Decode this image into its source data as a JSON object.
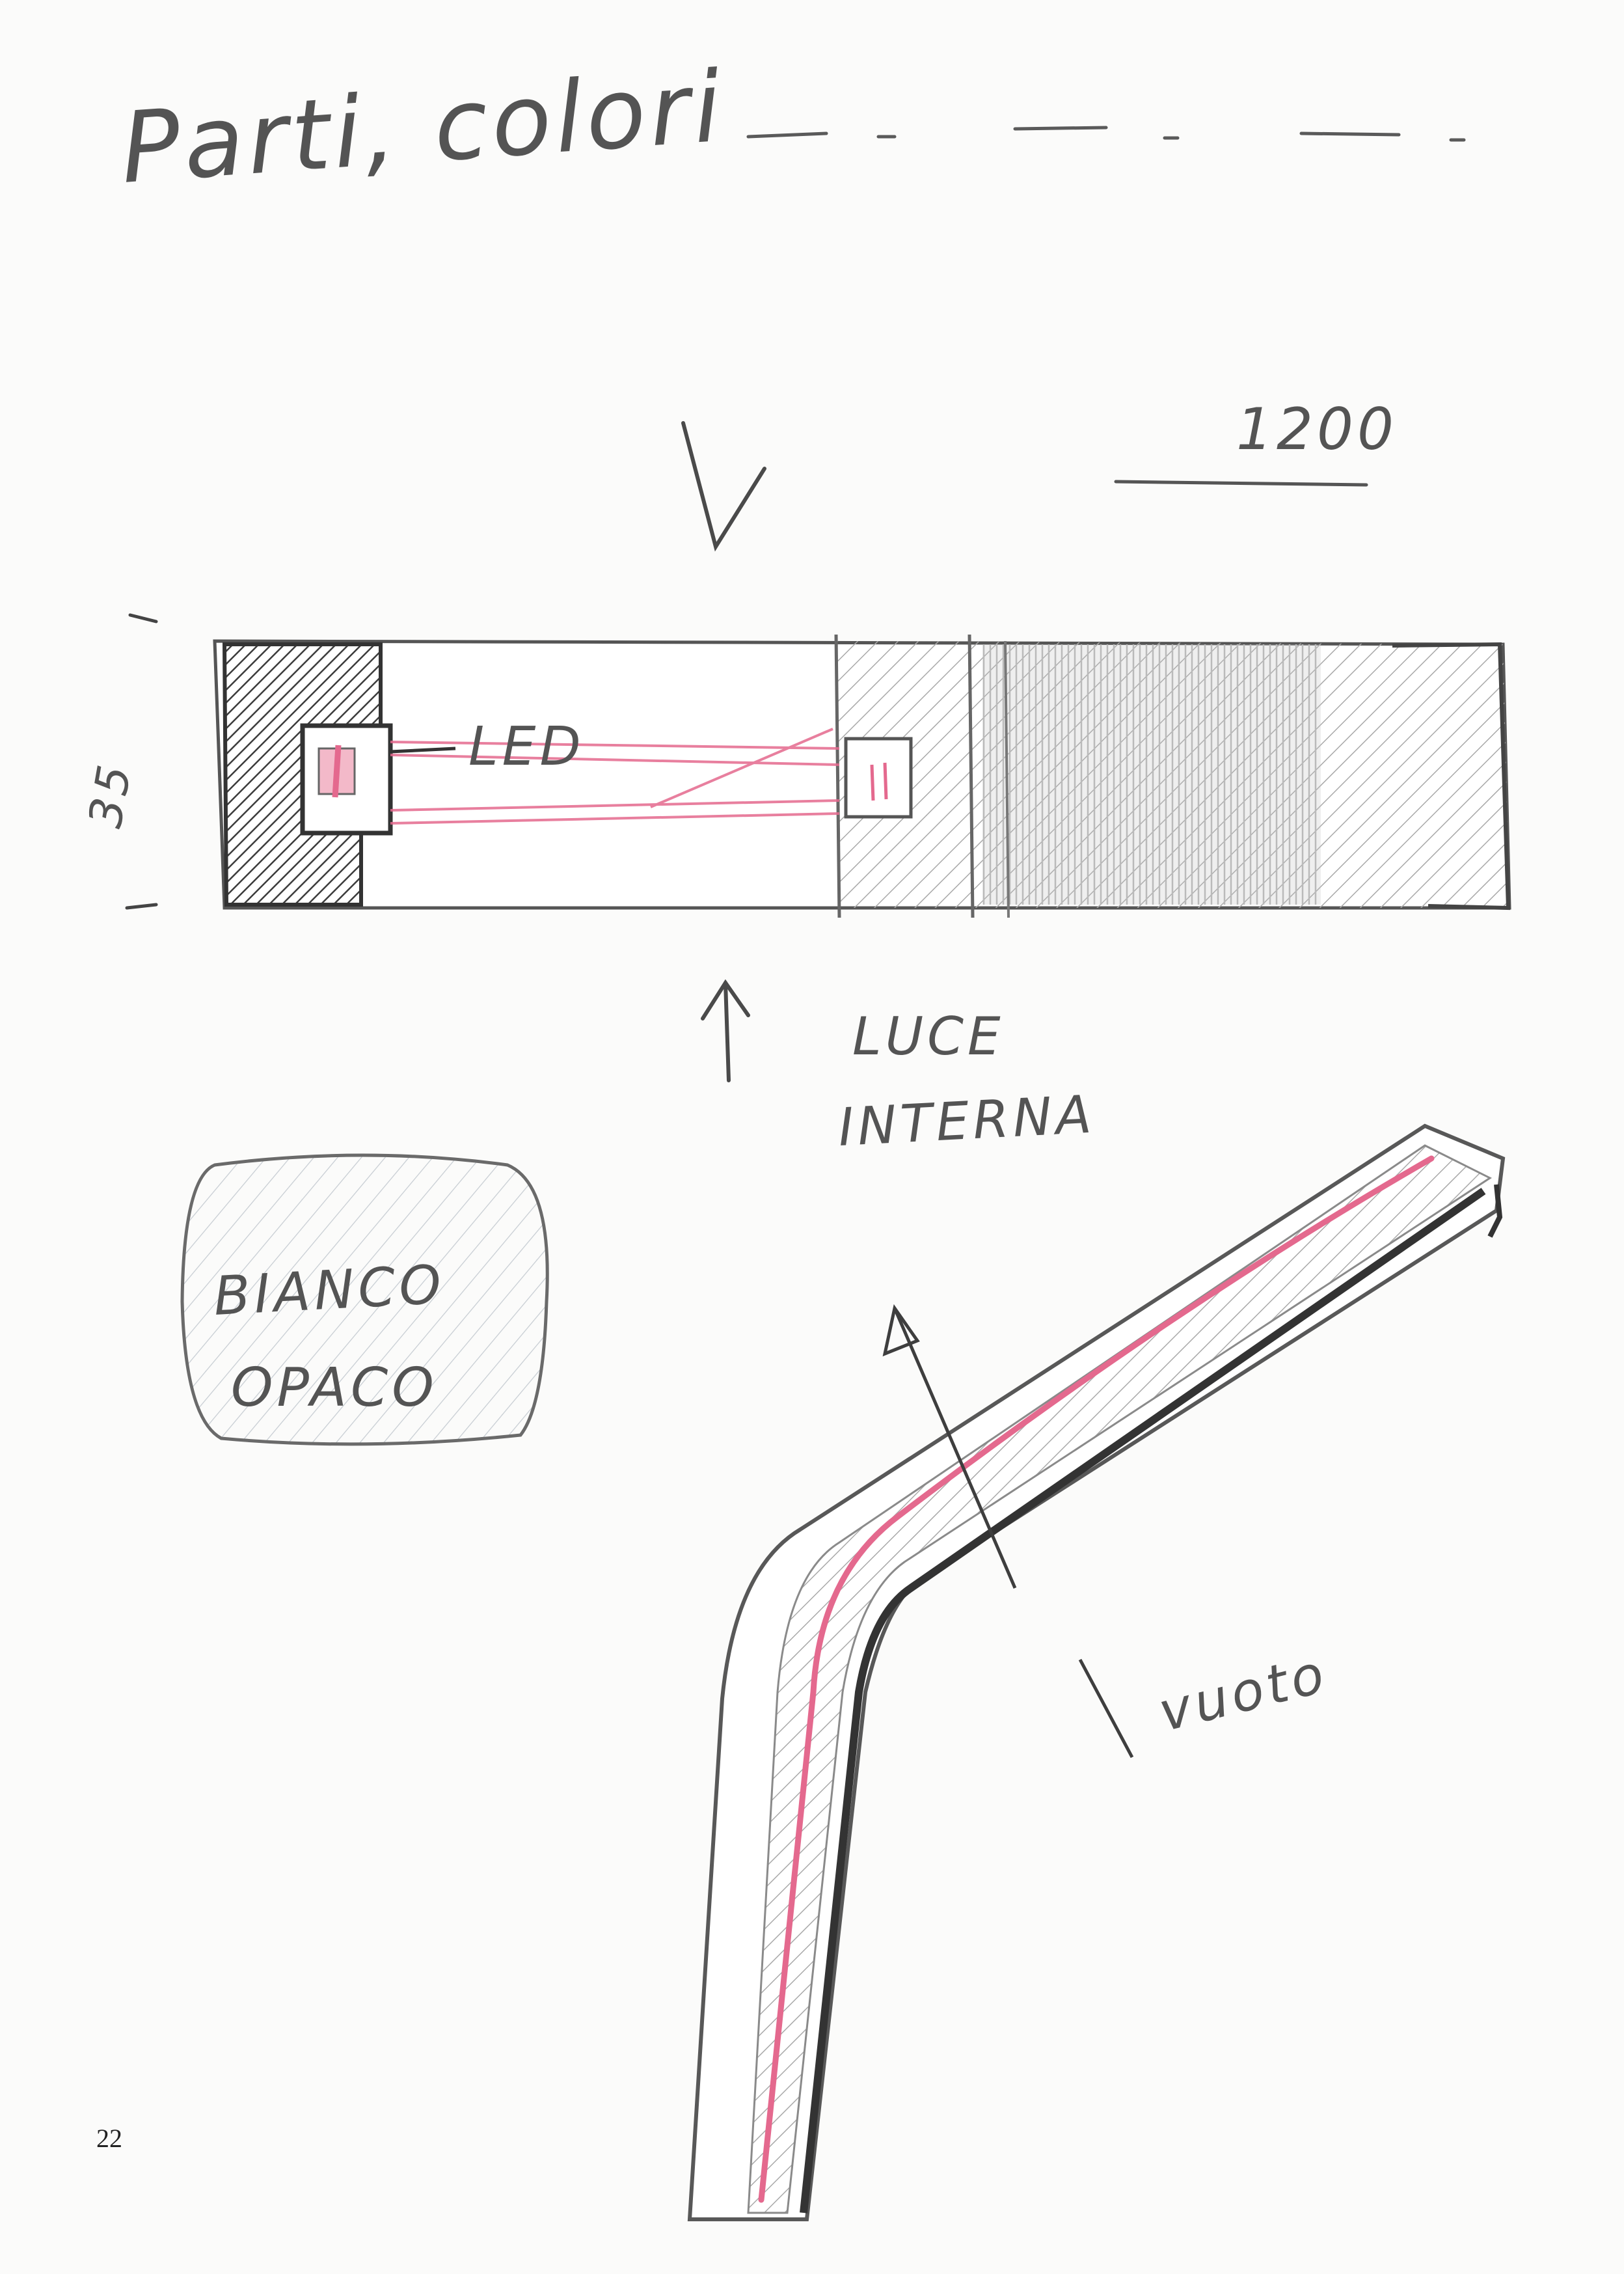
{
  "sketch": {
    "heading": "Parti, colori",
    "scale_label": "1200",
    "height_label": "35",
    "led_label": "LED",
    "light_label_line1": "LUCE",
    "light_label_line2": "INTERNA",
    "finish_label_line1": "BIANCO",
    "finish_label_line2": "OPACO",
    "hollow_label": "vuoto"
  },
  "page": {
    "number": "22"
  },
  "colors": {
    "pencil": "#4f4f4f",
    "pencil_light": "#9a9a9a",
    "led_pink": "#e4698e",
    "paper": "#fbfbfa"
  }
}
